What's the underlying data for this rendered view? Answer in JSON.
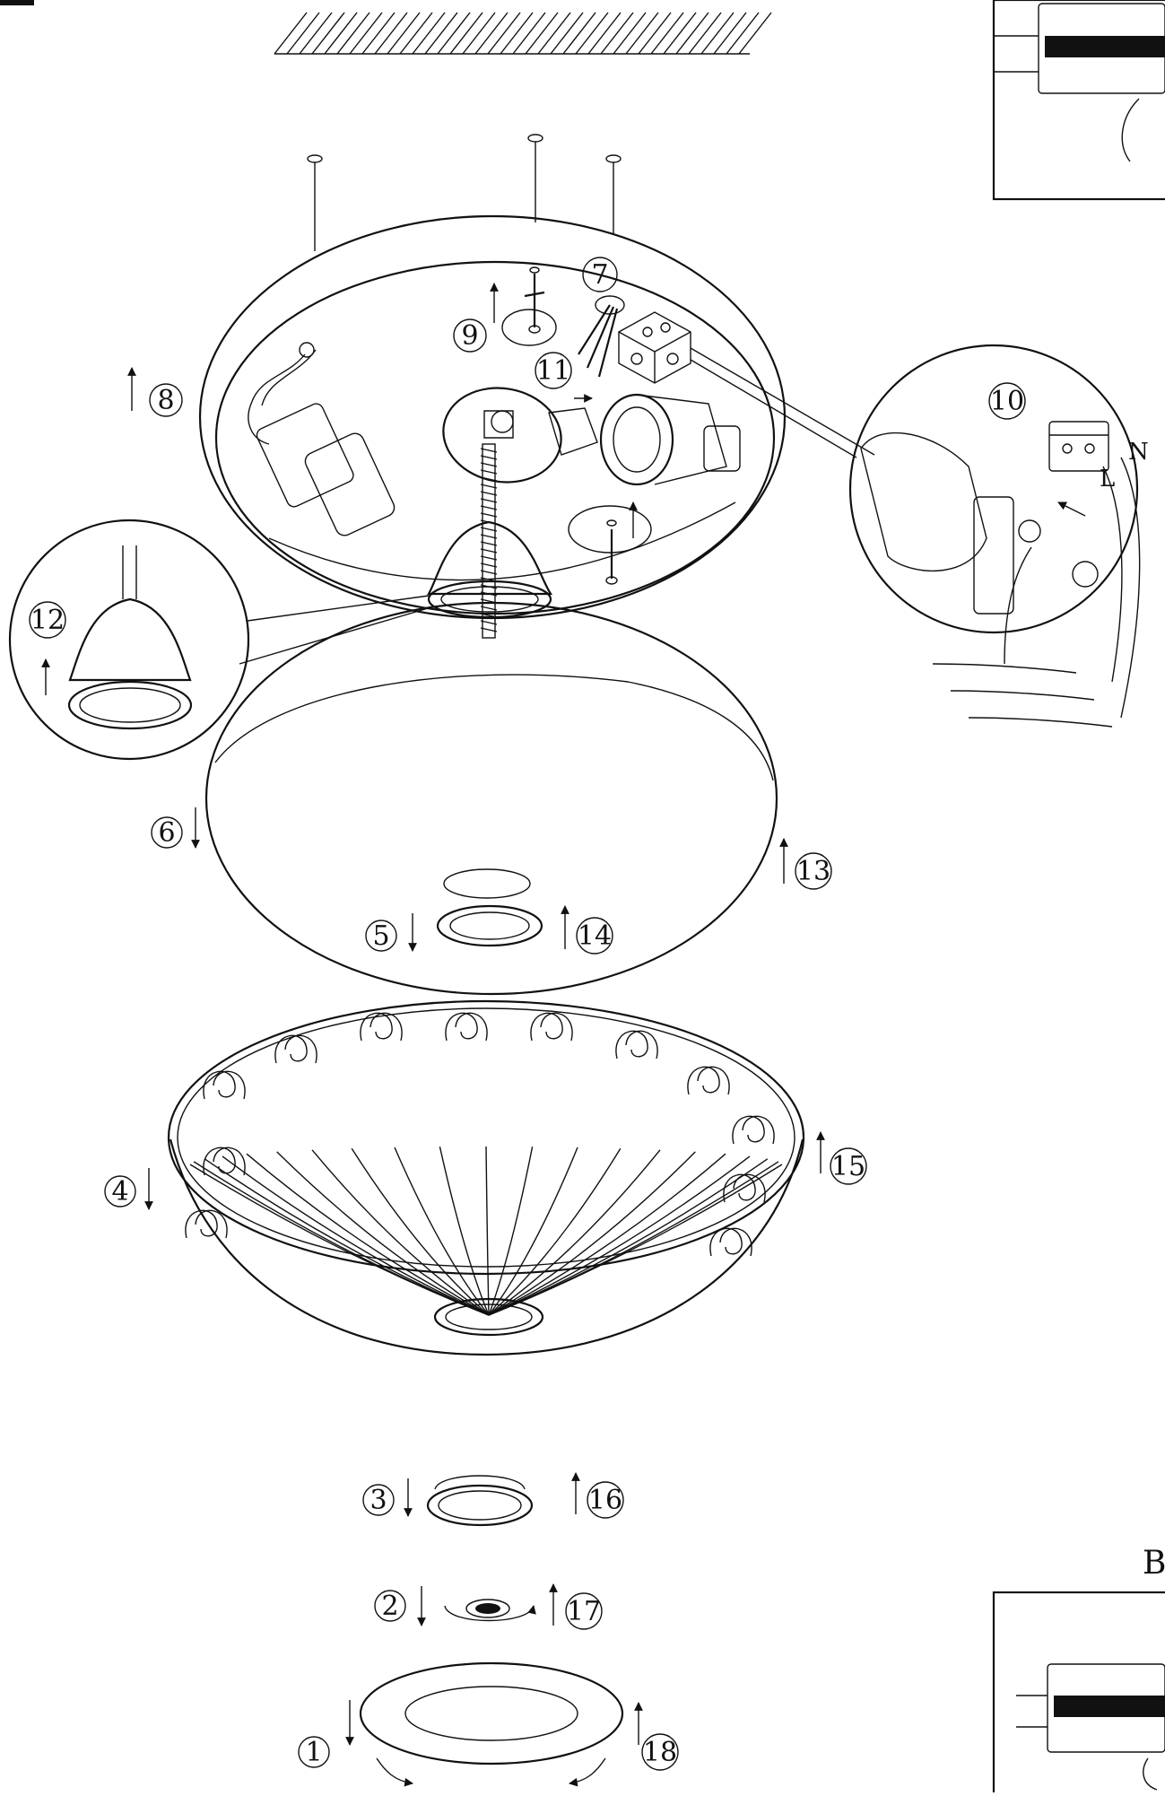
{
  "diagram": {
    "callouts": [
      "1",
      "2",
      "3",
      "4",
      "5",
      "6",
      "7",
      "8",
      "9",
      "10",
      "11",
      "12",
      "13",
      "14",
      "15",
      "16",
      "17",
      "18"
    ],
    "wire_labels": {
      "live": "L",
      "neutral": "N"
    },
    "corner_letter": "B"
  }
}
